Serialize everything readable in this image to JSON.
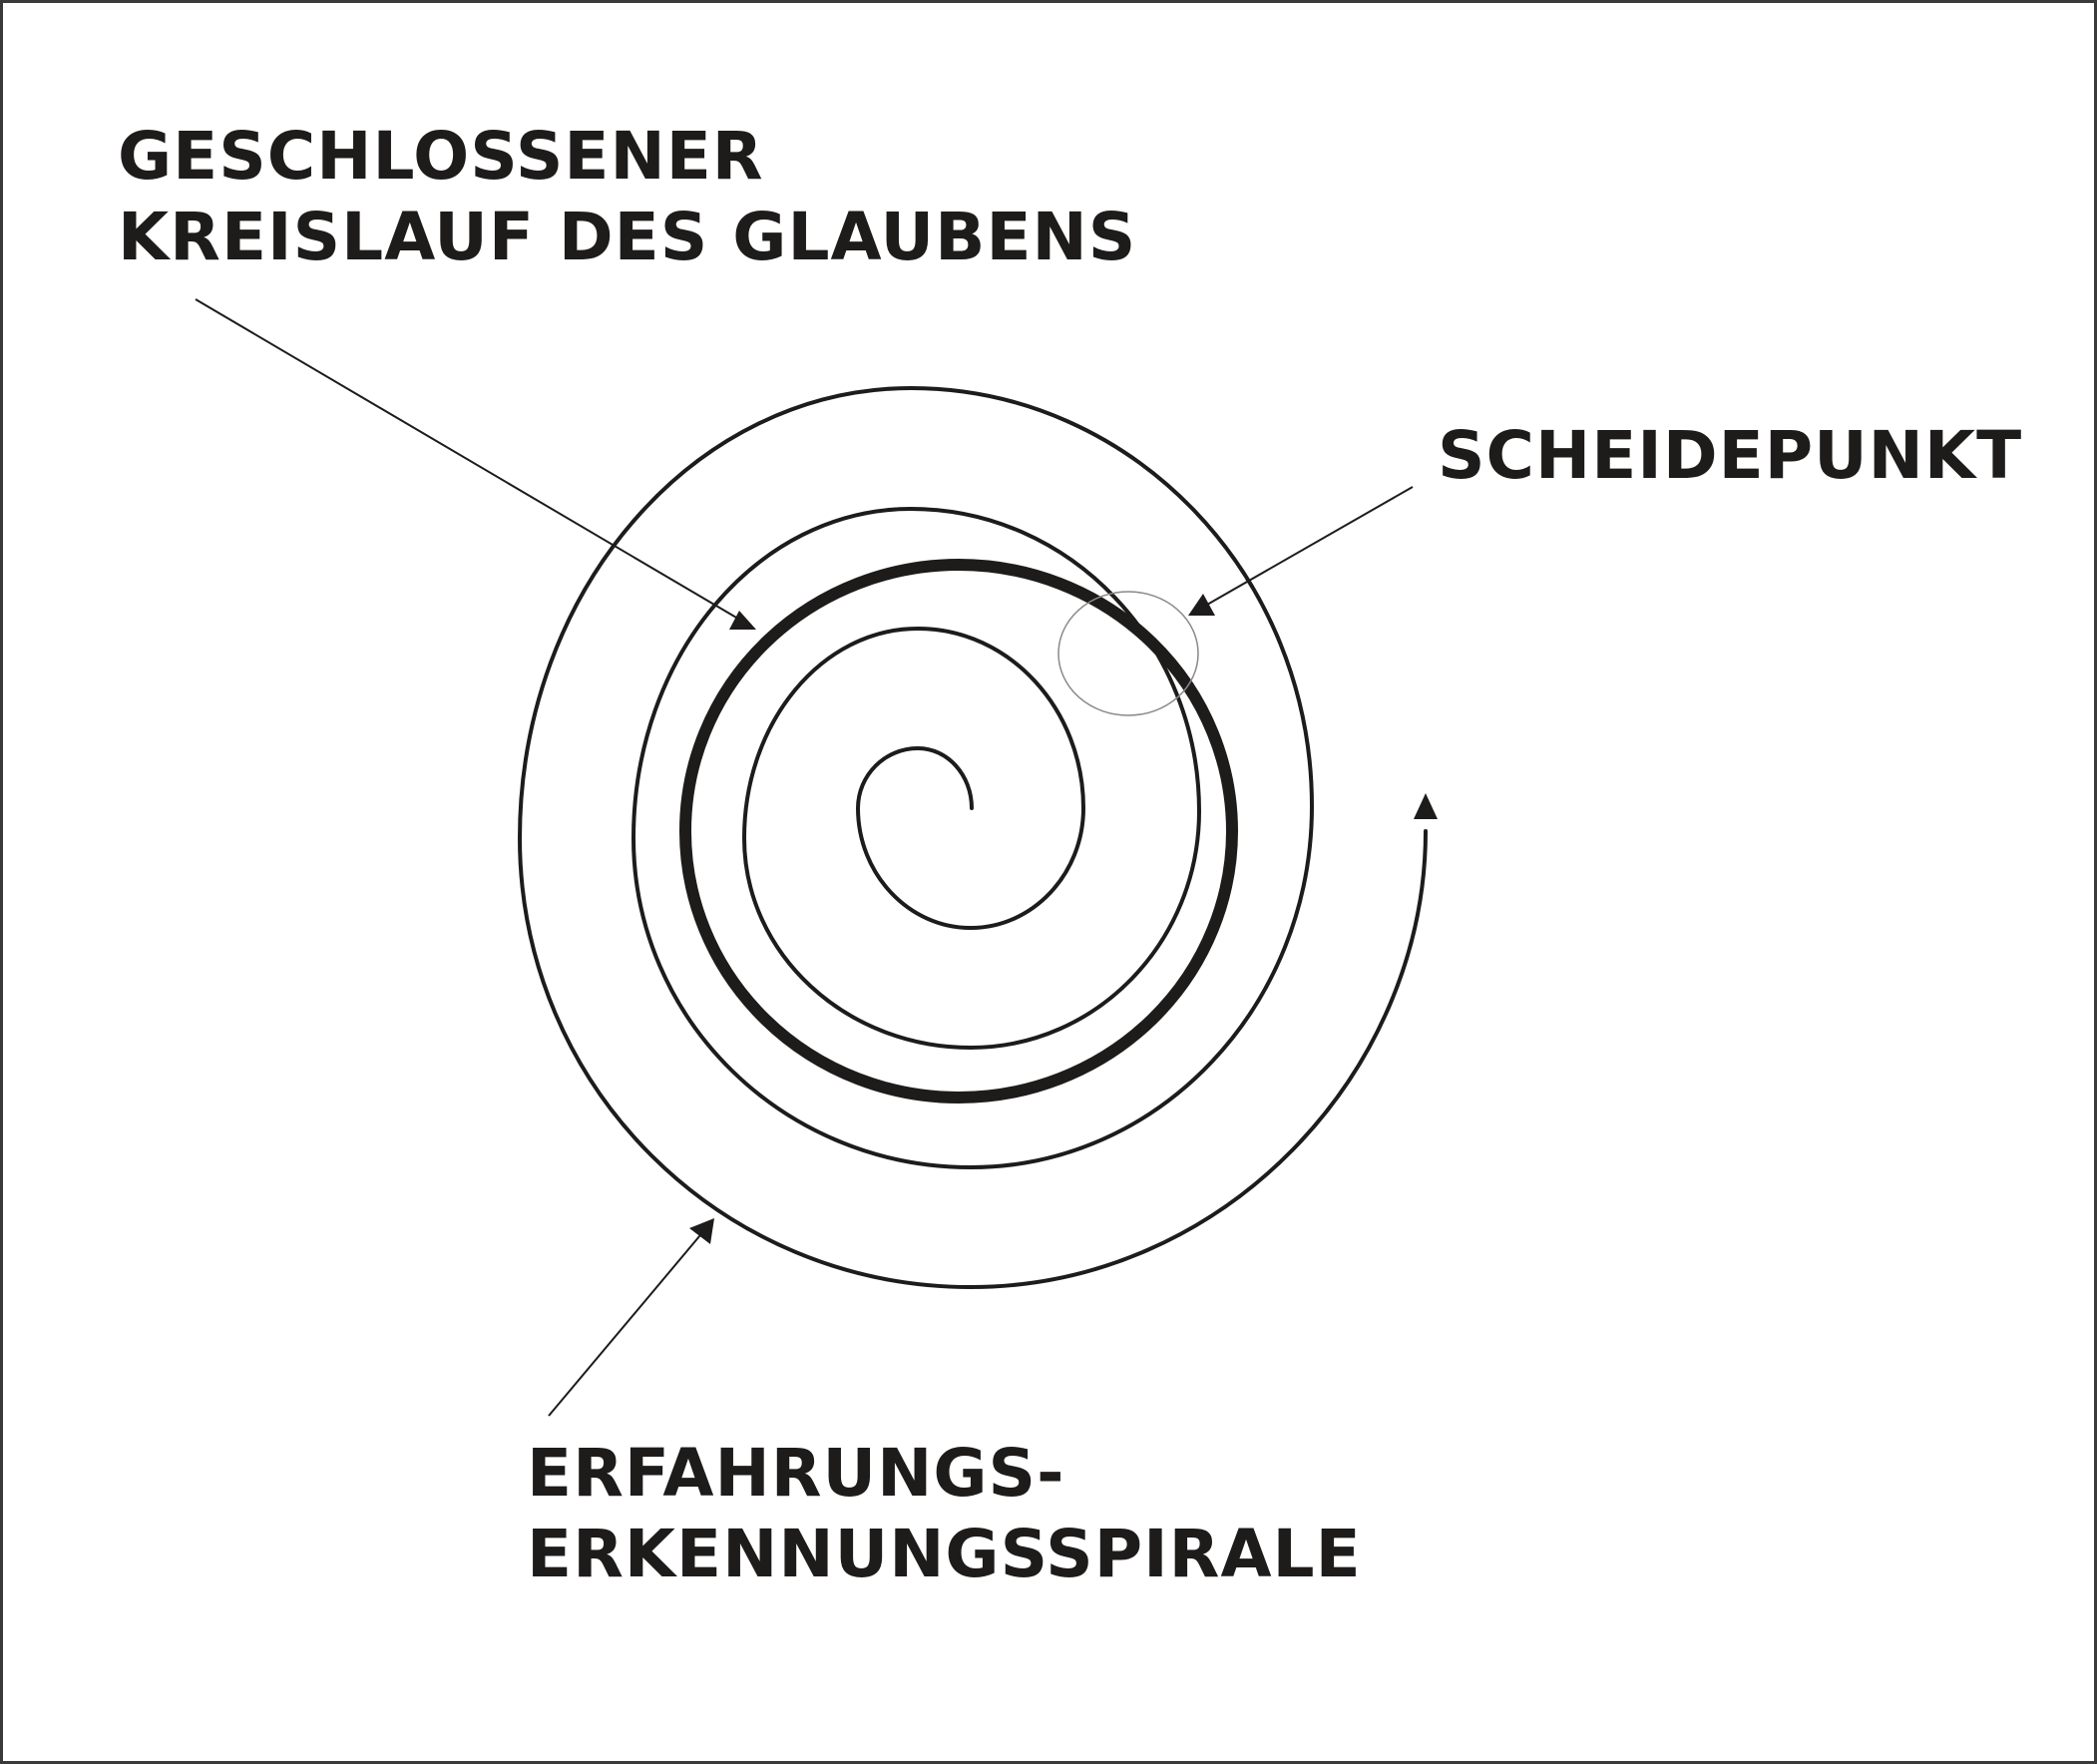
{
  "diagram": {
    "labels": {
      "closed_loop": {
        "line1": "GESCHLOSSENER",
        "line2": "KREISLAUF DES GLAUBENS"
      },
      "decision_point": {
        "line1": "SCHEIDEPUNKT"
      },
      "experience_spiral": {
        "line1": "ERFAHRUNGS-",
        "line2": "ERKENNUNGSSPIRALE"
      }
    },
    "colors": {
      "ink": "#1e1b1b",
      "highlight_circle": "#8a8a8a",
      "border": "#3a3a3a",
      "background": "#ffffff"
    },
    "elements": {
      "spiral": "open spiral from center outward ending in upward arrow",
      "closed_loop": "thick closed ellipse",
      "decision_marker": "thin gray circle where spiral crosses closed loop"
    }
  }
}
